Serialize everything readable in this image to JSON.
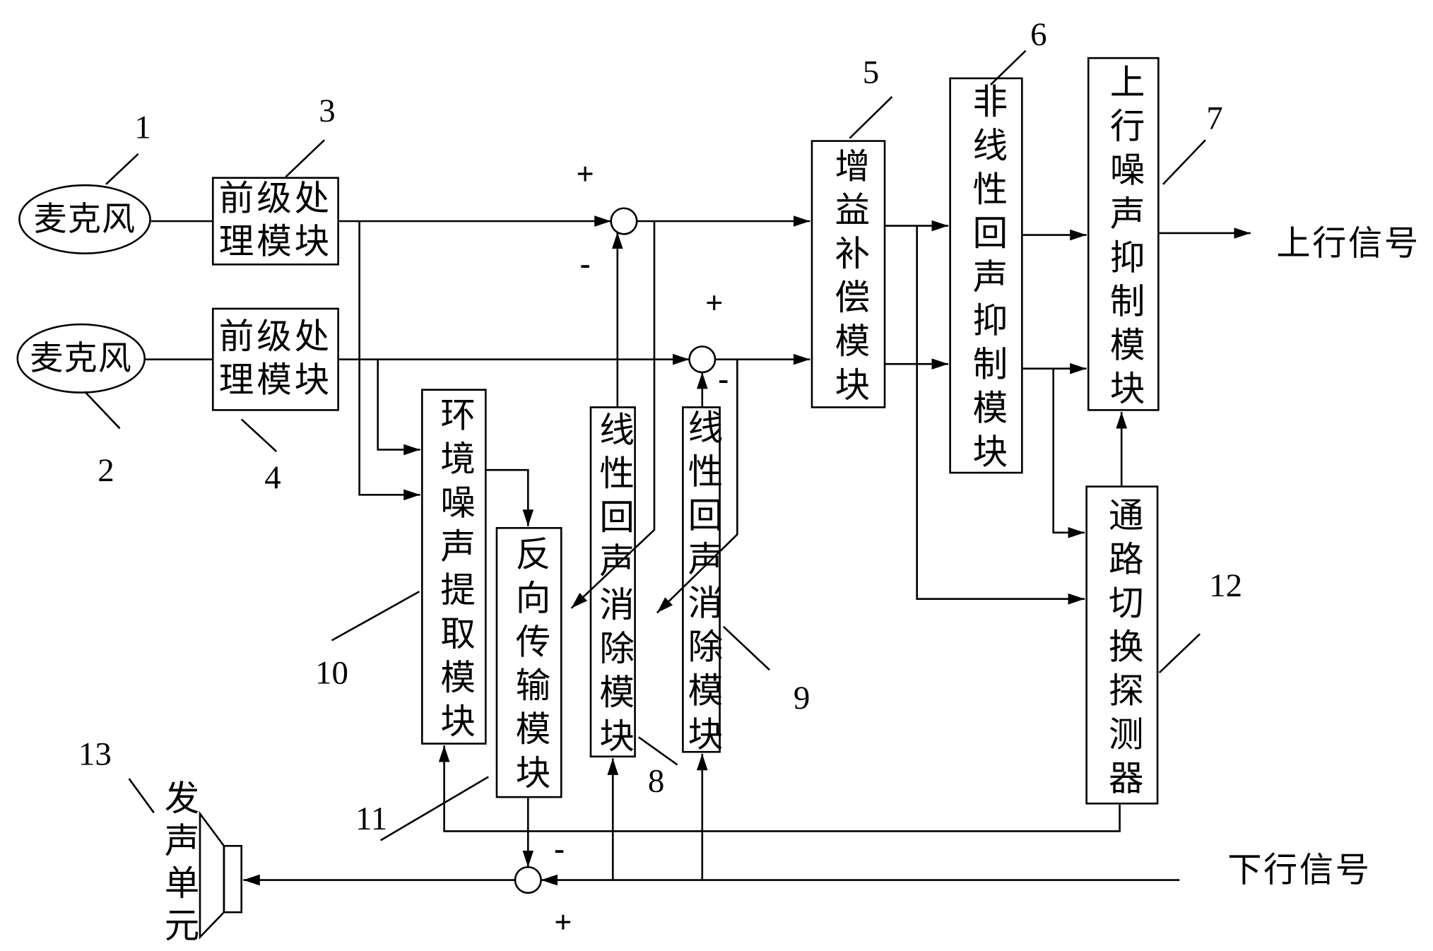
{
  "colors": {
    "ink": "#000000",
    "background": "#ffffff"
  },
  "nodes": {
    "mic1": {
      "label": "麦克风",
      "ref": "1"
    },
    "mic2": {
      "label": "麦克风",
      "ref": "2"
    },
    "pre1": {
      "label": "前级处理模块",
      "ref": "3"
    },
    "pre2": {
      "label": "前级处理模块",
      "ref": "4"
    },
    "gain": {
      "label": "增益补偿模块",
      "ref": "5"
    },
    "nlp": {
      "label": "非线性回声抑制模块",
      "ref": "6"
    },
    "ns": {
      "label": "上行噪声抑制模块",
      "ref": "7"
    },
    "aec1": {
      "label": "线性回声消除模块",
      "ref": "8"
    },
    "aec2": {
      "label": "线性回声消除模块",
      "ref": "9"
    },
    "env": {
      "label": "环境噪声提取模块",
      "ref": "10"
    },
    "rev": {
      "label": "反向传输模块",
      "ref": "11"
    },
    "switch": {
      "label": "通路切换探测器",
      "ref": "12"
    },
    "speaker": {
      "label": "发声单元",
      "ref": "13"
    }
  },
  "junctions": [
    {
      "plus": "+",
      "minus": "-"
    },
    {
      "plus": "+",
      "minus": "-"
    },
    {
      "plus": "+",
      "minus": "-"
    }
  ],
  "signals": {
    "uplink": "上行信号",
    "downlink": "下行信号"
  }
}
